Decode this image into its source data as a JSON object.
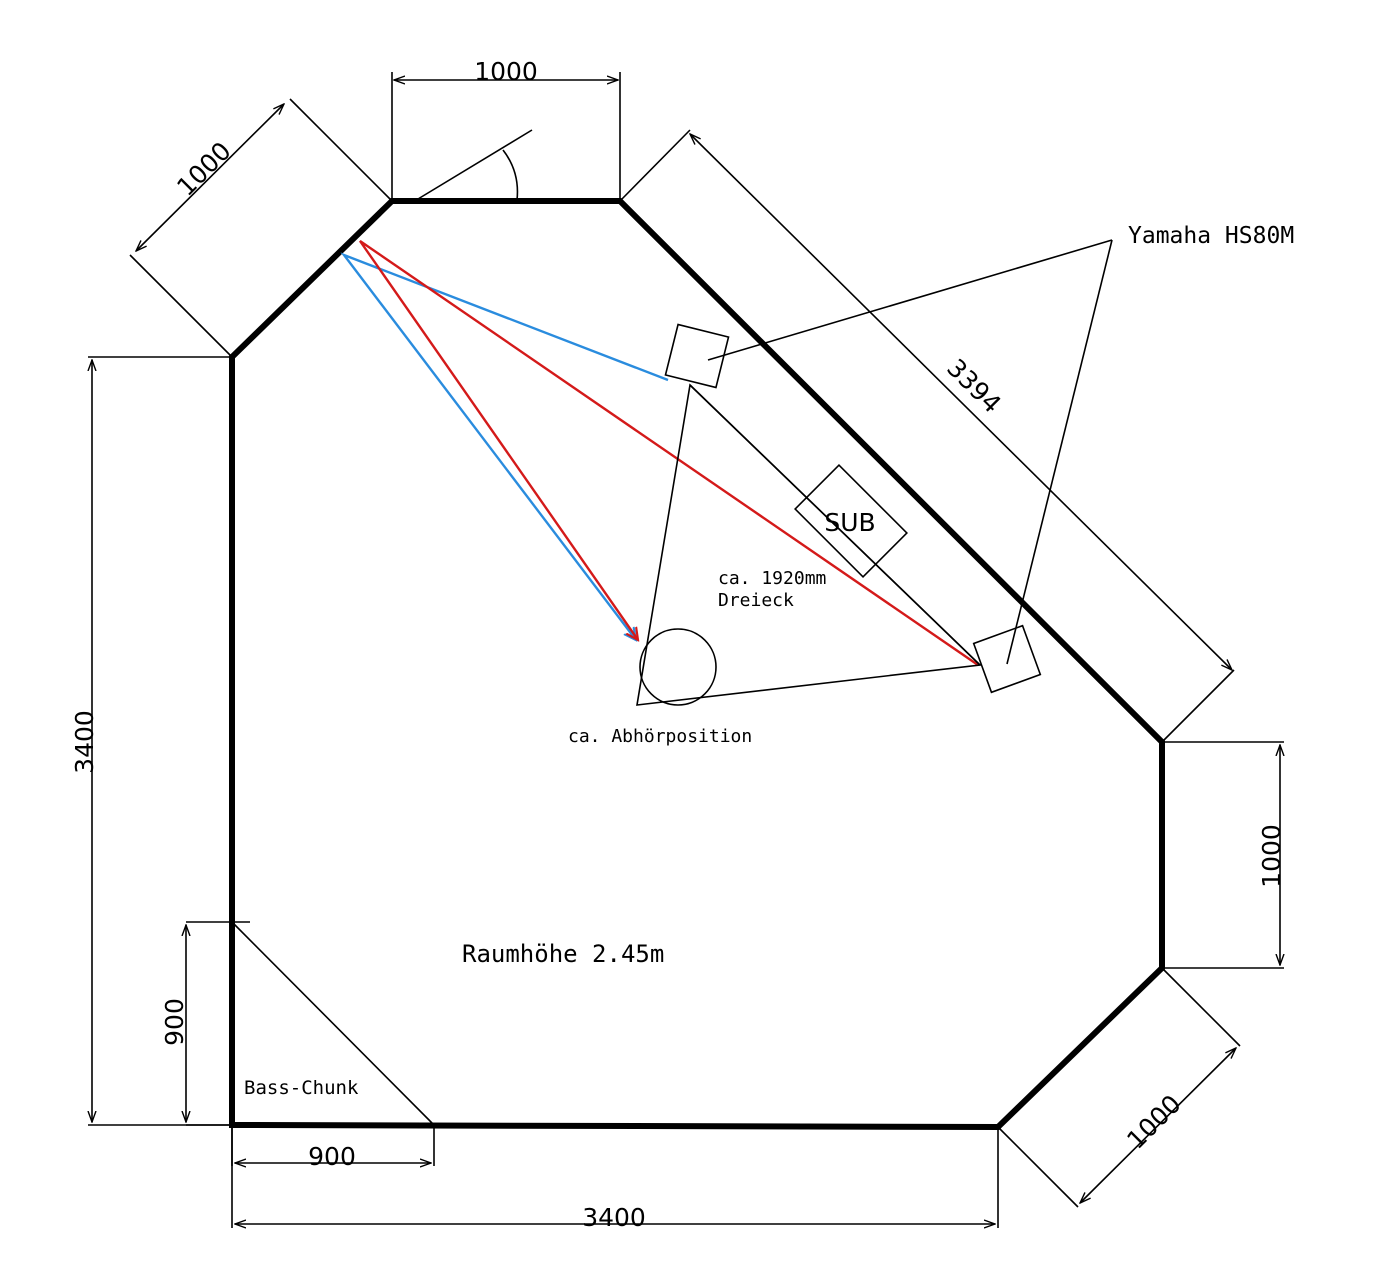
{
  "dimensions": {
    "top_wall": "1000",
    "top_left_diag": "1000",
    "top_right_diag": "3394",
    "left_wall": "3400",
    "right_wall": "1000",
    "bottom_right_diag": "1000",
    "bottom_wall": "3400",
    "bass_trap_width": "900",
    "bass_trap_height": "900"
  },
  "labels": {
    "speaker_model": "Yamaha HS80M",
    "subwoofer": "SUB",
    "triangle_line1": "ca. 1920mm",
    "triangle_line2": "Dreieck",
    "listening_position": "ca. Abhörposition",
    "room_height": "Raumhöhe 2.45m",
    "bass_trap": "Bass-Chunk"
  },
  "colors": {
    "walls": "#000000",
    "reflection_left_speaker": "#2a8cde",
    "reflection_right_speaker": "#d41a1a"
  }
}
